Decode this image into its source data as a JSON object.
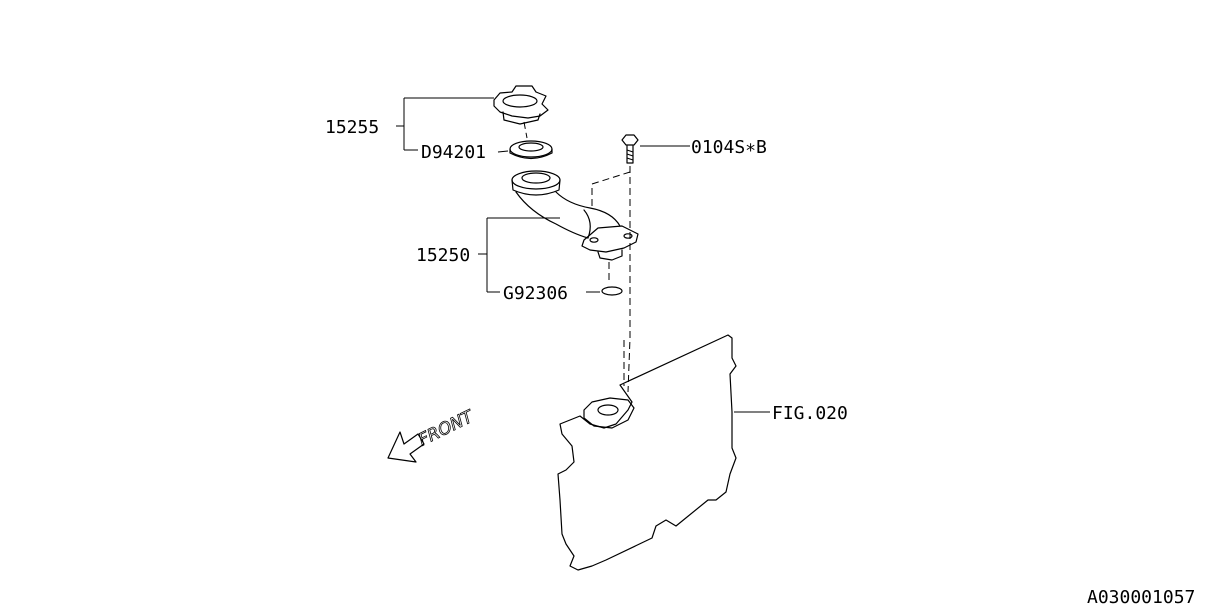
{
  "diagram": {
    "labels": {
      "cap_assembly": "15255",
      "cap_gasket": "D94201",
      "bolt": "0104S∗B",
      "filler_pipe": "15250",
      "o_ring": "G92306",
      "figure_ref": "FIG.020"
    },
    "direction_marker": "FRONT",
    "diagram_code": "A030001057"
  }
}
